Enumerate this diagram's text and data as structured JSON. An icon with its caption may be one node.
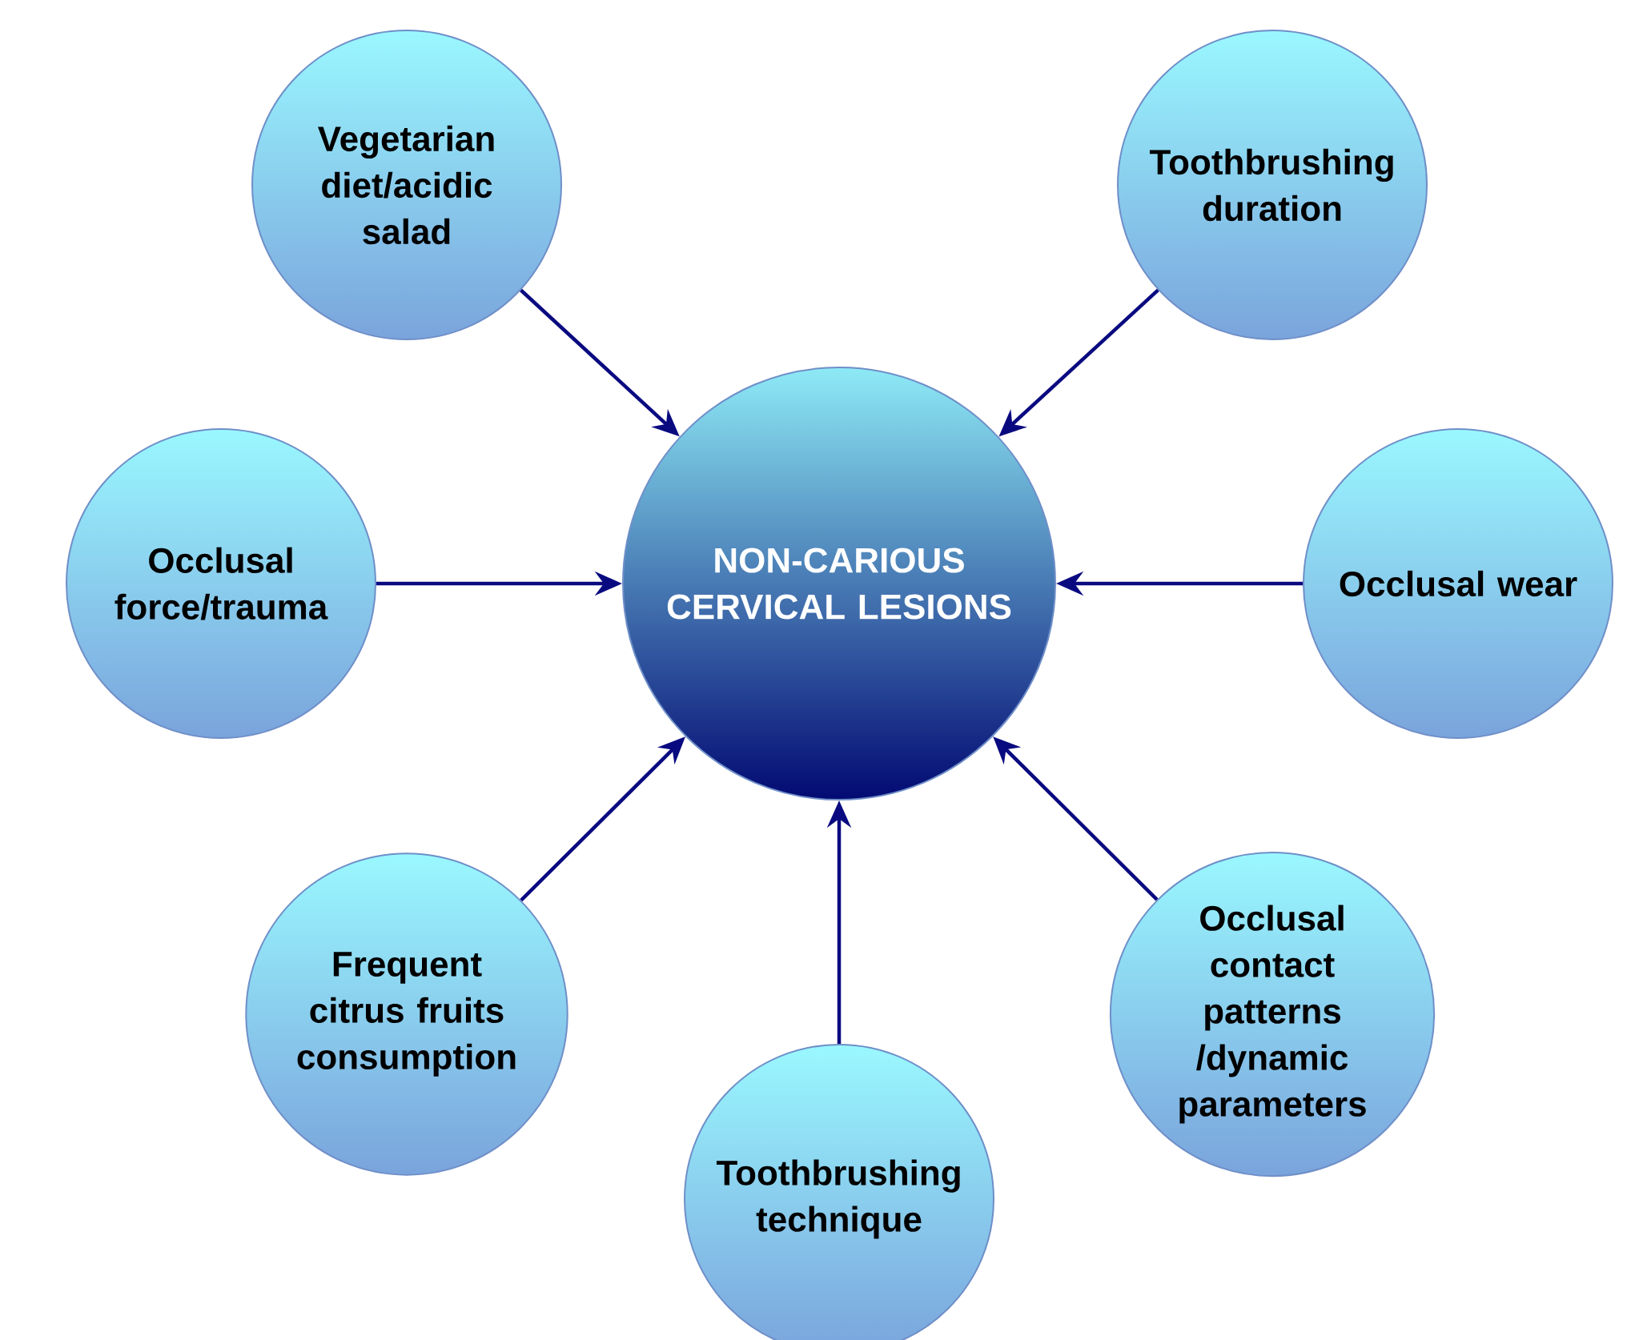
{
  "diagram": {
    "nodes": [
      {
        "text": [
          "Vegetarian diet/acidic salad"
        ]
      },
      {
        "text": [
          "Toothbrushing duration"
        ]
      },
      {
        "text": [
          "Occlusal force/trauma"
        ]
      },
      {
        "text": [
          "NON-CARIOUS CERVICAL LESIONS"
        ]
      },
      {
        "text": [
          "Occlusal wear"
        ]
      },
      {
        "text": [
          "Frequent citrus fruits consumption"
        ]
      },
      {
        "text": [
          "Occlusal contact patterns /dynamic parameters"
        ]
      },
      {
        "text": [
          "Toothbrushing technique"
        ]
      }
    ],
    "edges": [
      {
        "from": 0,
        "to": 3,
        "arrow": "to"
      },
      {
        "from": 1,
        "to": 3,
        "arrow": "to"
      },
      {
        "from": 2,
        "to": 3,
        "arrow": "to"
      },
      {
        "from": 4,
        "to": 3,
        "arrow": "to"
      },
      {
        "from": 5,
        "to": 3,
        "arrow": "to"
      },
      {
        "from": 6,
        "to": 3,
        "arrow": "to"
      },
      {
        "from": 7,
        "to": 3,
        "arrow": "to"
      }
    ]
  }
}
